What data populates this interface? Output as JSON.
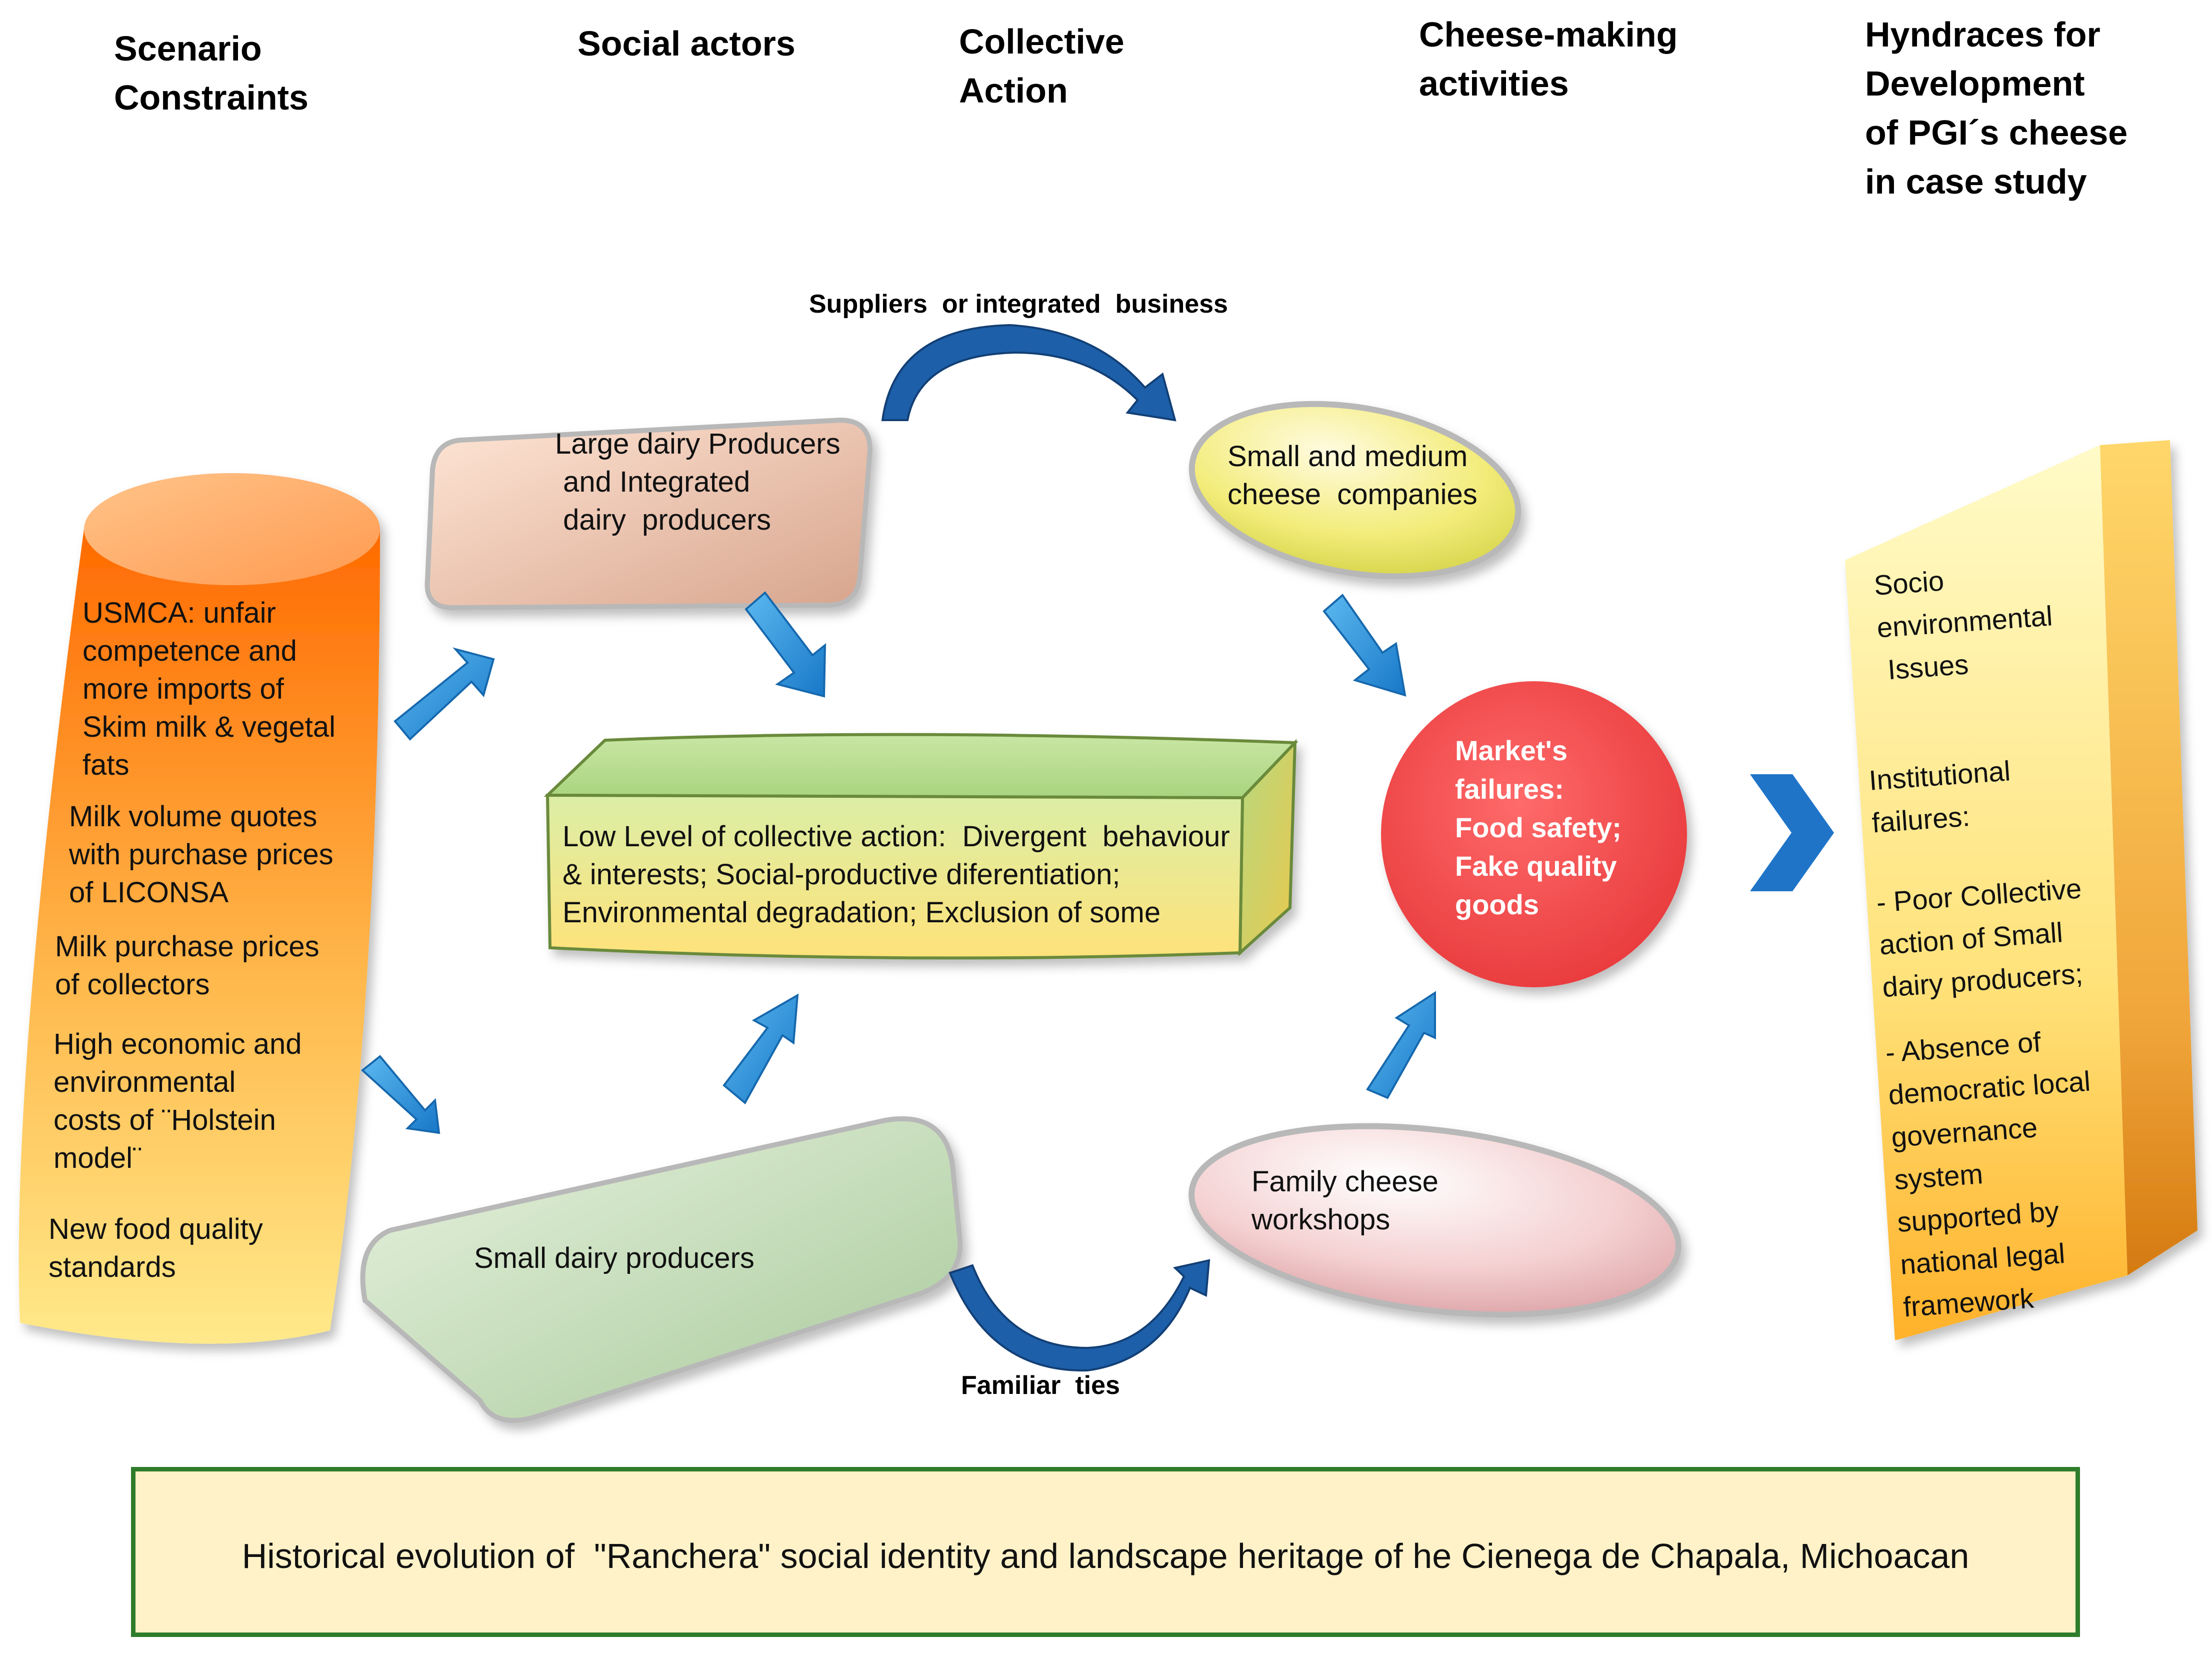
{
  "headers": {
    "scenario": [
      "Scenario",
      "Constraints"
    ],
    "social_actors": [
      "Social actors"
    ],
    "collective_action": [
      "Collective",
      "Action"
    ],
    "cheese_making": [
      "Cheese-making",
      "activities"
    ],
    "hyndraces": [
      "Hyndraces for",
      "Development",
      "of PGI´s cheese",
      "in case study"
    ]
  },
  "constraints": [
    [
      "USMCA: unfair",
      "competence and",
      "more imports of",
      "Skim milk & vegetal",
      "fats"
    ],
    [
      "Milk volume quotes",
      "with purchase prices",
      "of LICONSA"
    ],
    [
      "Milk  purchase prices",
      "of collectors"
    ],
    [
      "High economic  and",
      "environmental",
      "costs  of ¨Holstein",
      "model¨"
    ],
    [
      "New food quality",
      "standards"
    ]
  ],
  "actors": {
    "large": [
      "Large dairy Producers",
      " and Integrated",
      " dairy  producers"
    ],
    "small": [
      "Small dairy producers"
    ]
  },
  "companies": {
    "small_medium": [
      "Small and medium",
      "cheese  companies"
    ],
    "family": [
      "Family cheese",
      "workshops"
    ]
  },
  "arcs": {
    "suppliers": "Suppliers  or integrated  business",
    "familiar": "Familiar  ties"
  },
  "collective_box": [
    "Low Level of collective action:  Divergent  behaviour",
    "& interests; Social-productive diferentiation;",
    "Environmental degradation; Exclusion of some"
  ],
  "market_failures": [
    "Market's",
    "failures:",
    "Food safety;",
    "Fake quality",
    "goods"
  ],
  "hyndraces_items": {
    "socio": [
      "Socio",
      "environmental",
      " Issues"
    ],
    "institutional": [
      "Institutional",
      "failures:"
    ],
    "poor": [
      "- Poor Collective",
      "action of Small",
      "dairy producers;"
    ],
    "absence": [
      "- Absence of",
      "democratic local",
      "governance",
      "system",
      "supported by",
      "national legal",
      "framework"
    ]
  },
  "footer": "Historical evolution of  \"Ranchera\" social identity and landscape heritage of he Cienega de Chapala, Michoacan",
  "colors": {
    "arrow_blue": "#1f8fd6",
    "arc_blue": "#1d5fa8",
    "market_red": "#f2484a",
    "footer_border": "#2f7d2a",
    "footer_fill": "#fff2c8",
    "chevron": "#1f74c8"
  },
  "icons": [
    "cylinder-shape",
    "arrow-icon",
    "curved-arrow-icon",
    "chevron-right-icon",
    "prism-shape"
  ]
}
